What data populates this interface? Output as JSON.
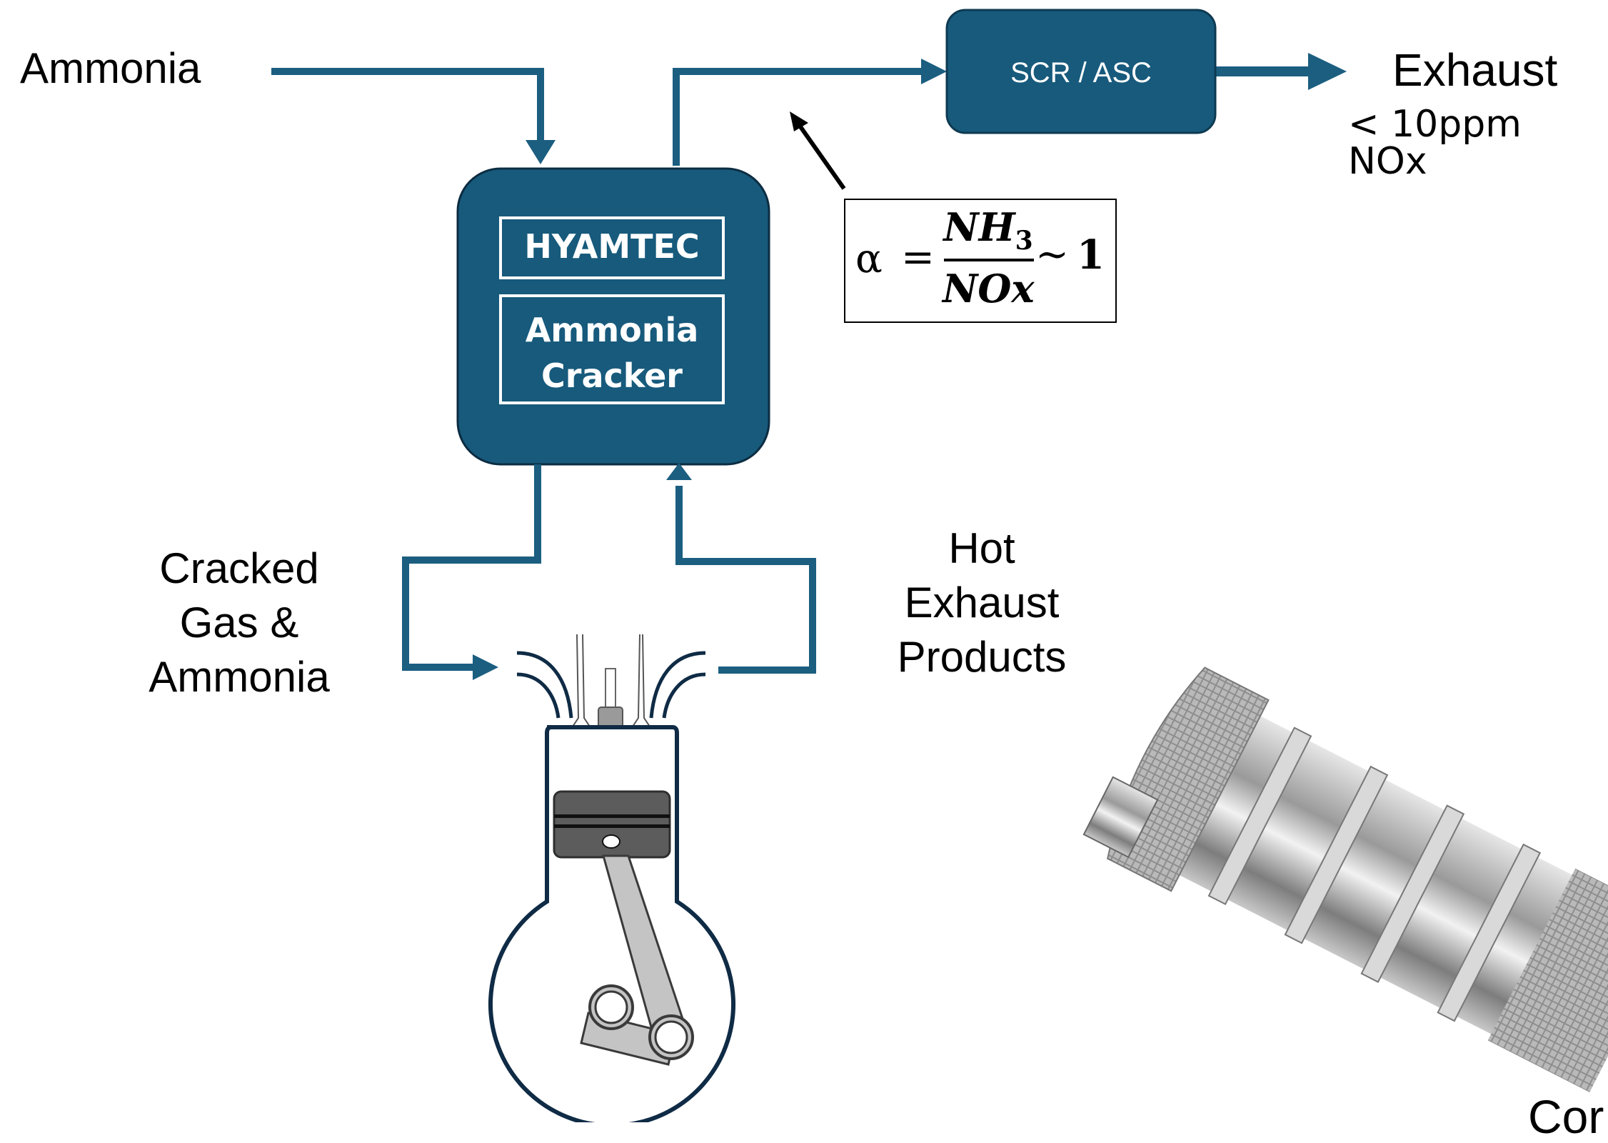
{
  "labels": {
    "ammonia_in": "Ammonia",
    "exhaust": "Exhaust",
    "nox_limit": "< 10ppm NOx",
    "cracked_line1": "Cracked",
    "cracked_line2": "Gas &",
    "cracked_line3": "Ammonia",
    "hot_line1": "Hot",
    "hot_line2": "Exhaust",
    "hot_line3": "Products",
    "corner_partial": "Cor"
  },
  "boxes": {
    "hyamtec": "HYAMTEC",
    "cracker_line1": "Ammonia",
    "cracker_line2": "Cracker",
    "scr": "SCR / ASC"
  },
  "formula": {
    "alpha": "α",
    "equals": "=",
    "numerator": "NH",
    "numerator_sub": "3",
    "denominator": "NOx",
    "tilde": "~",
    "value": "1"
  },
  "colors": {
    "flow": "#1b5e80",
    "box_fill": "#175a7c",
    "engine_stroke": "#0f2b45",
    "piston": "#5c5c5c",
    "rod": "#c4c4c4"
  },
  "icons": {
    "engine": "engine-cylinder-icon",
    "catalyst": "exhaust-aftertreatment-unit-icon"
  }
}
